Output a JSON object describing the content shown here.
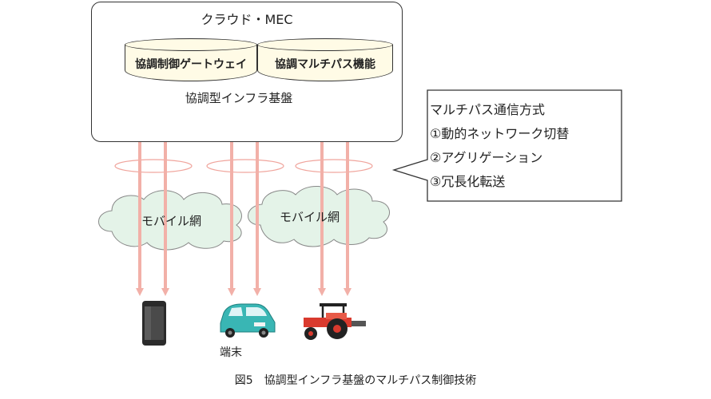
{
  "cloud_mec": {
    "title": "クラウド・MEC",
    "functions": [
      "協調制御ゲートウェイ",
      "協調マルチパス機能"
    ],
    "infra_label": "協調型インフラ基盤"
  },
  "callout": {
    "title": "マルチパス通信方式",
    "items": [
      "①動的ネットワーク切替",
      "②アグリゲーション",
      "③冗長化転送"
    ]
  },
  "networks": [
    "モバイル網",
    "モバイル網"
  ],
  "terminals": {
    "label": "端末",
    "icons": [
      "smartphone-icon",
      "car-icon",
      "tractor-icon"
    ]
  },
  "caption": "図5　協調型インフラ基盤のマルチパス制御技術",
  "colors": {
    "platform": "#bcd6f4",
    "cylinder": "#fffbe6",
    "cloud": "#e4f3e8",
    "arrow": "#f2b0a8",
    "car": "#39b6b4",
    "tractor": "#d93a2e"
  }
}
